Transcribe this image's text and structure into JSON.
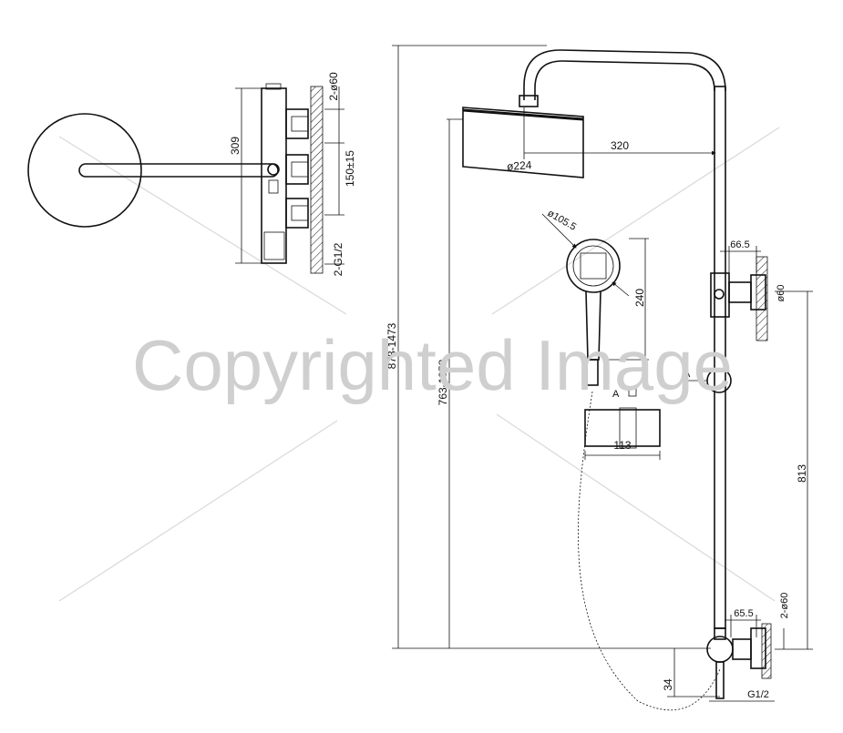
{
  "watermark": {
    "text": "Copyrighted Image"
  },
  "left_view": {
    "labels": {
      "height": "309",
      "ports_top": "2-ø60",
      "spacing": "150±15",
      "thread": "2-G1/2"
    }
  },
  "right_view": {
    "labels": {
      "total_height": "878-1473",
      "head_height": "763-1358",
      "arm_reach": "320",
      "head_diameter": "ø224",
      "hand_diameter": "ø105.5",
      "hand_height": "240",
      "top_offset": "66.5",
      "top_port": "ø60",
      "rail_span": "813",
      "section_mark": "A",
      "section_label": "A",
      "holder_width": "113",
      "bottom_offset": "65.5",
      "bottom_ports": "2-ø60",
      "inlet_height": "34",
      "inlet_thread": "G1/2"
    }
  }
}
